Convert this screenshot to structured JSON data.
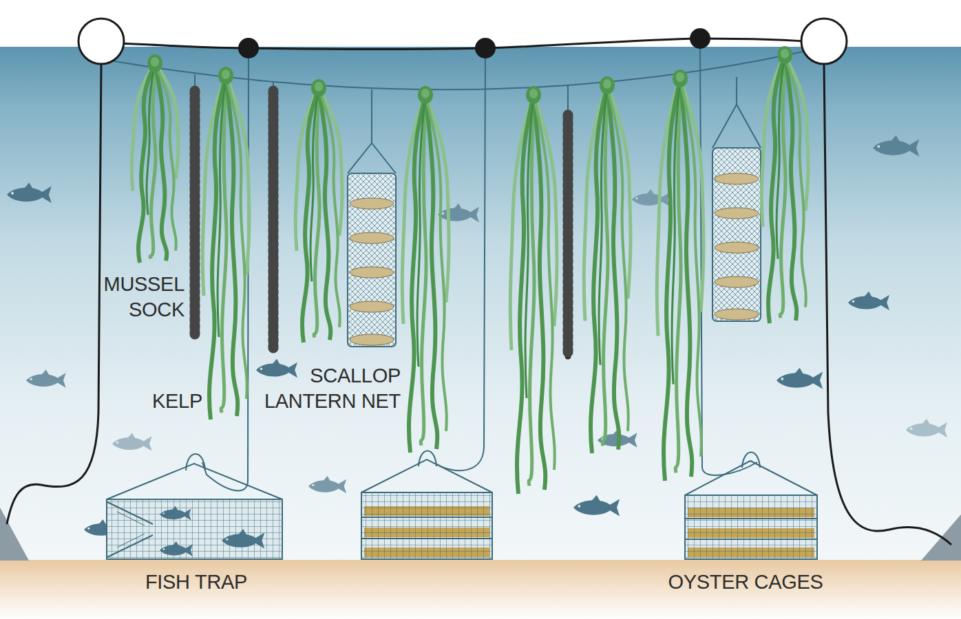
{
  "diagram": {
    "labels": [
      "MUSSEL SOCK",
      "KELP",
      "SCALLOP LANTERN NET",
      "FISH TRAP",
      "OYSTER CAGES"
    ]
  }
}
